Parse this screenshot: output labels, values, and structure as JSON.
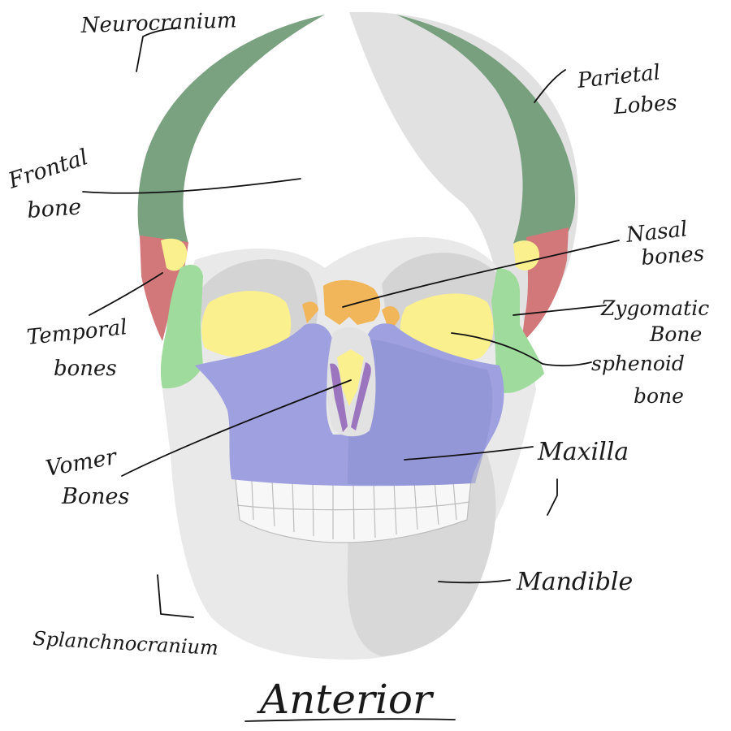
{
  "labels": {
    "neurocranium": "Neurocranium",
    "parietal_1": "Parietal",
    "parietal_2": "Lobes",
    "frontal_1": "Frontal",
    "frontal_2": "bone",
    "nasal_1": "Nasal",
    "nasal_2": "bones",
    "temporal_1": "Temporal",
    "temporal_2": "bones",
    "zygomatic_1": "Zygomatic",
    "zygomatic_2": "Bone",
    "sphenoid_1": "sphenoid",
    "sphenoid_2": "bone",
    "maxilla": "Maxilla",
    "vomer_1": "Vomer",
    "vomer_2": "Bones",
    "mandible": "Mandible",
    "splanchnocranium": "Splanchnocranium",
    "view": "Anterior"
  },
  "colors": {
    "background": "#ffffff",
    "skull_shadow": "#d9d9d9",
    "skull_light": "#ececec",
    "parietal_frontal": "#6f9a76",
    "temporal": "#d3787a",
    "zygomatic": "#9fdb9c",
    "sphenoid": "#fbf08e",
    "nasal": "#f1b55a",
    "maxilla": "#9ea0df",
    "vomer": "#8e63b8",
    "ink": "#111111"
  }
}
